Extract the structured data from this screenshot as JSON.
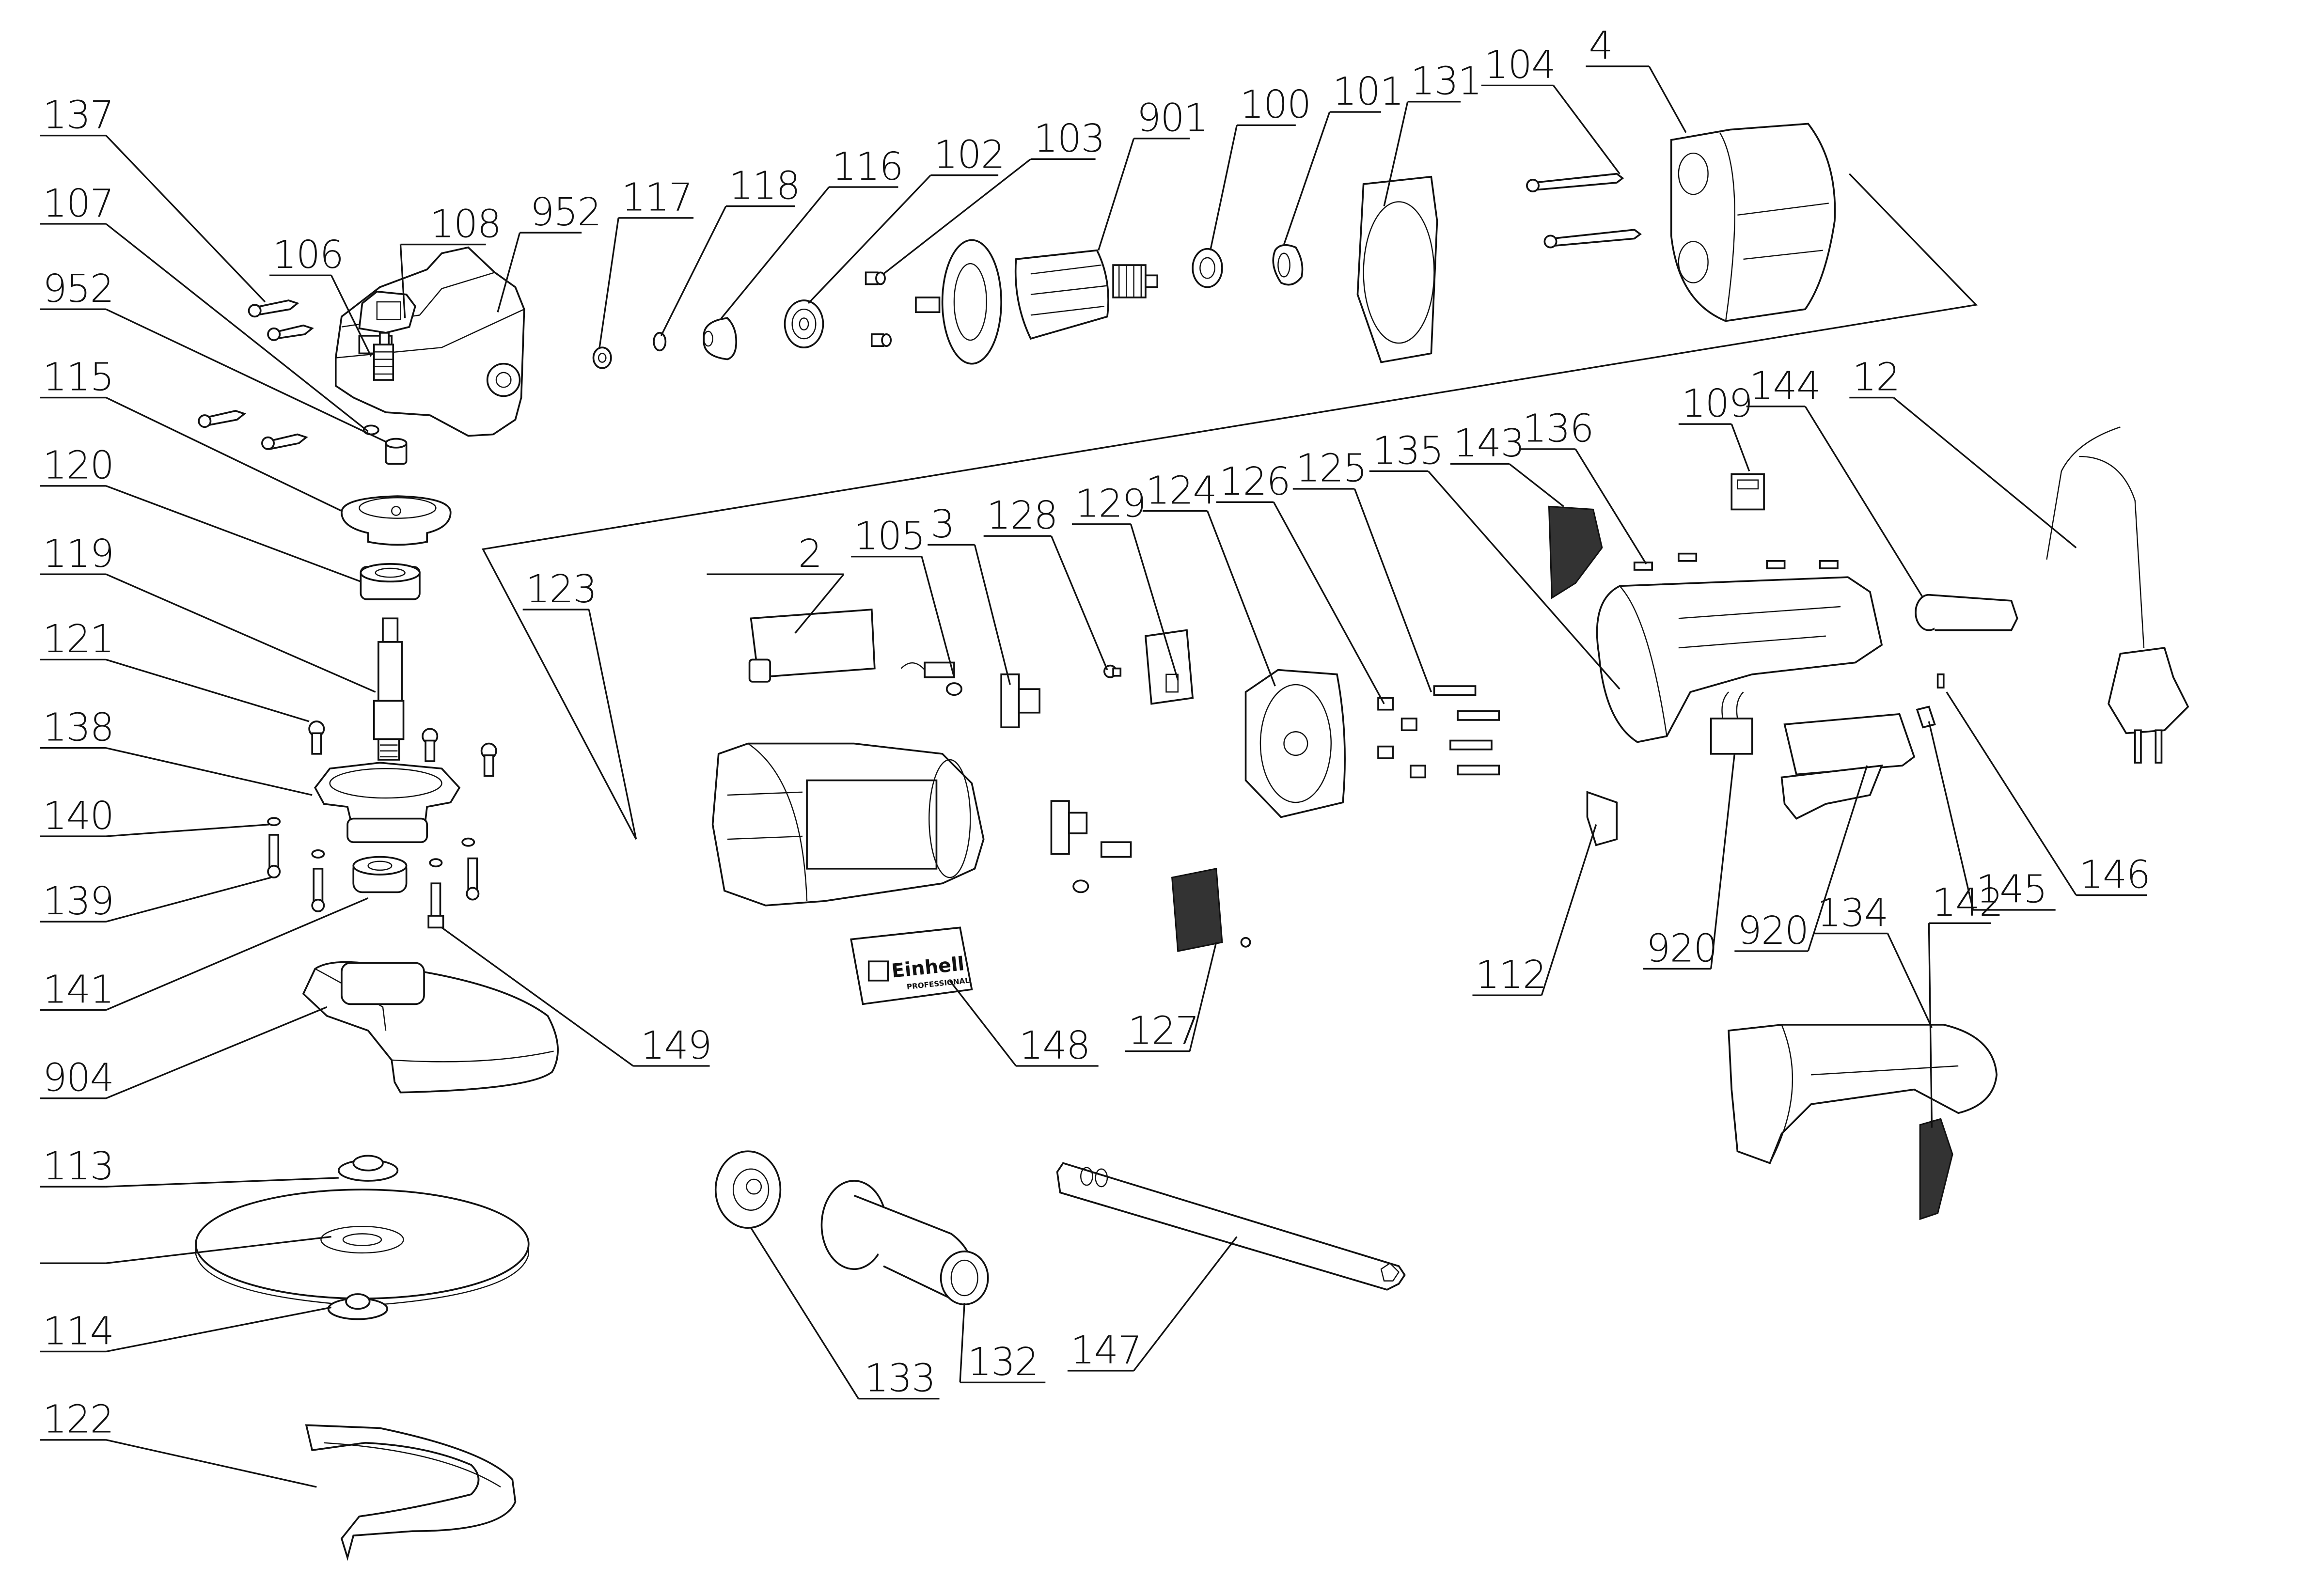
{
  "diagram": {
    "title": "Angle grinder exploded parts view",
    "brand_plate": {
      "brand": "Einhell",
      "sub": "PROFESSIONAL"
    },
    "labels": [
      {
        "id": "137",
        "text": "137"
      },
      {
        "id": "107",
        "text": "107"
      },
      {
        "id": "952a",
        "text": "952"
      },
      {
        "id": "115",
        "text": "115"
      },
      {
        "id": "120",
        "text": "120"
      },
      {
        "id": "119",
        "text": "119"
      },
      {
        "id": "121",
        "text": "121"
      },
      {
        "id": "138",
        "text": "138"
      },
      {
        "id": "140",
        "text": "140"
      },
      {
        "id": "139",
        "text": "139"
      },
      {
        "id": "141",
        "text": "141"
      },
      {
        "id": "904",
        "text": "904"
      },
      {
        "id": "113",
        "text": "113"
      },
      {
        "id": "disc",
        "text": ""
      },
      {
        "id": "114",
        "text": "114"
      },
      {
        "id": "122",
        "text": "122"
      },
      {
        "id": "106",
        "text": "106"
      },
      {
        "id": "108",
        "text": "108"
      },
      {
        "id": "952b",
        "text": "952"
      },
      {
        "id": "117",
        "text": "117"
      },
      {
        "id": "118",
        "text": "118"
      },
      {
        "id": "116",
        "text": "116"
      },
      {
        "id": "102",
        "text": "102"
      },
      {
        "id": "103",
        "text": "103"
      },
      {
        "id": "901",
        "text": "901"
      },
      {
        "id": "100",
        "text": "100"
      },
      {
        "id": "101",
        "text": "101"
      },
      {
        "id": "131",
        "text": "131"
      },
      {
        "id": "104",
        "text": "104"
      },
      {
        "id": "4",
        "text": "4"
      },
      {
        "id": "123",
        "text": "123"
      },
      {
        "id": "2",
        "text": "2"
      },
      {
        "id": "105",
        "text": "105"
      },
      {
        "id": "3",
        "text": "3"
      },
      {
        "id": "128",
        "text": "128"
      },
      {
        "id": "129",
        "text": "129"
      },
      {
        "id": "124",
        "text": "124"
      },
      {
        "id": "126",
        "text": "126"
      },
      {
        "id": "125",
        "text": "125"
      },
      {
        "id": "135",
        "text": "135"
      },
      {
        "id": "143",
        "text": "143"
      },
      {
        "id": "136",
        "text": "136"
      },
      {
        "id": "109",
        "text": "109"
      },
      {
        "id": "144",
        "text": "144"
      },
      {
        "id": "12",
        "text": "12"
      },
      {
        "id": "149",
        "text": "149"
      },
      {
        "id": "148",
        "text": "148"
      },
      {
        "id": "127",
        "text": "127"
      },
      {
        "id": "112",
        "text": "112"
      },
      {
        "id": "920a",
        "text": "920"
      },
      {
        "id": "920b",
        "text": "920"
      },
      {
        "id": "134",
        "text": "134"
      },
      {
        "id": "142",
        "text": "142"
      },
      {
        "id": "145",
        "text": "145"
      },
      {
        "id": "146",
        "text": "146"
      },
      {
        "id": "133",
        "text": "133"
      },
      {
        "id": "132",
        "text": "132"
      },
      {
        "id": "147",
        "text": "147"
      }
    ]
  }
}
